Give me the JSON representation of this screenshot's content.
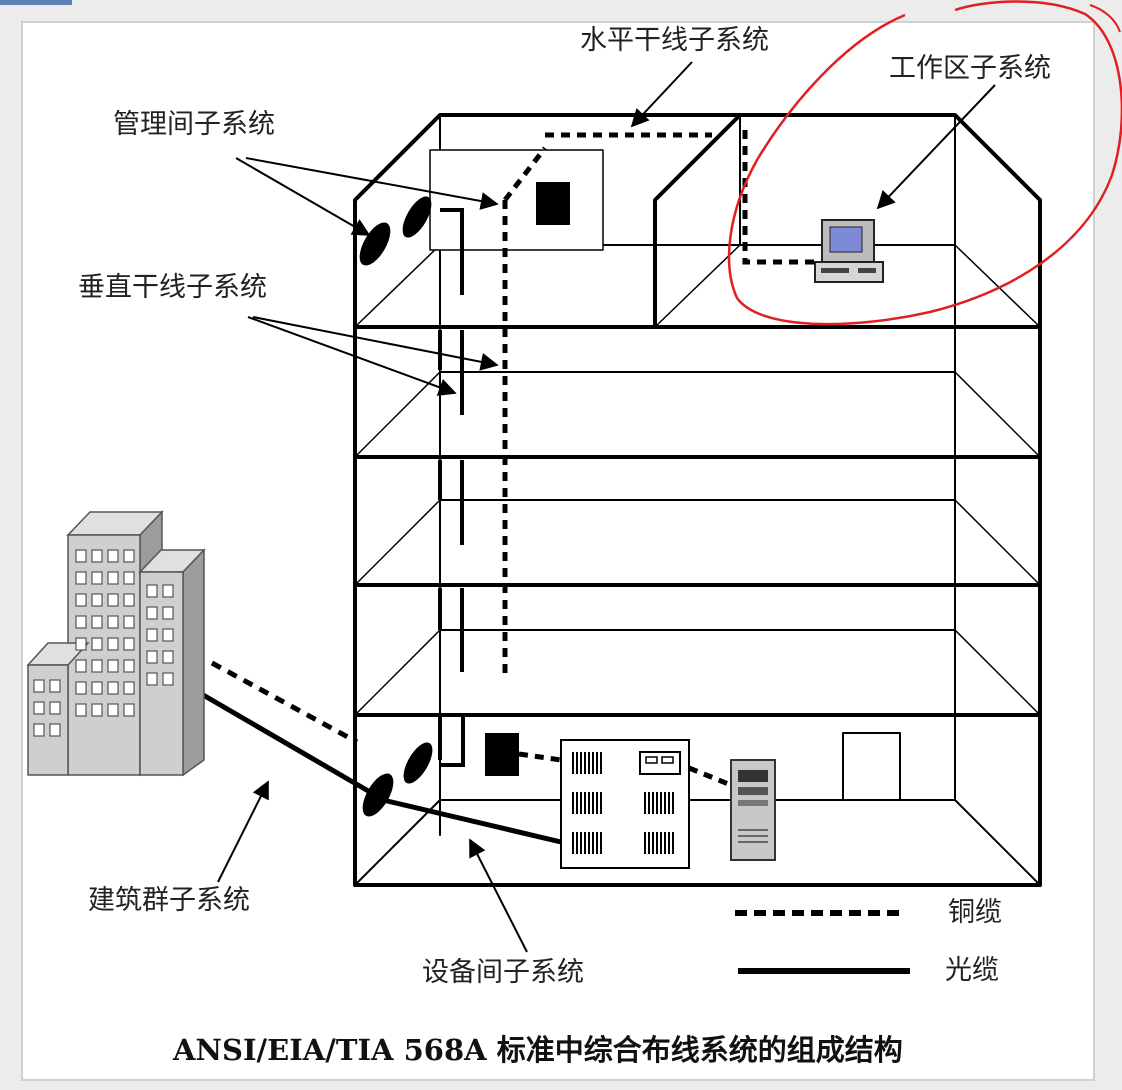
{
  "labels": {
    "horizontal": "水平干线子系统",
    "work_area": "工作区子系统",
    "telecom_room": "管理间子系统",
    "backbone": "垂直干线子系统",
    "campus": "建筑群子系统",
    "equipment_room": "设备间子系统"
  },
  "legend": {
    "copper": "铜缆",
    "fiber": "光缆"
  },
  "caption": "ANSI/EIA/TIA 568A 标准中综合布线系统的组成结构",
  "colors": {
    "background": "#ececec",
    "panel": "#ffffff",
    "line": "#000000",
    "annotation": "#e02020"
  }
}
